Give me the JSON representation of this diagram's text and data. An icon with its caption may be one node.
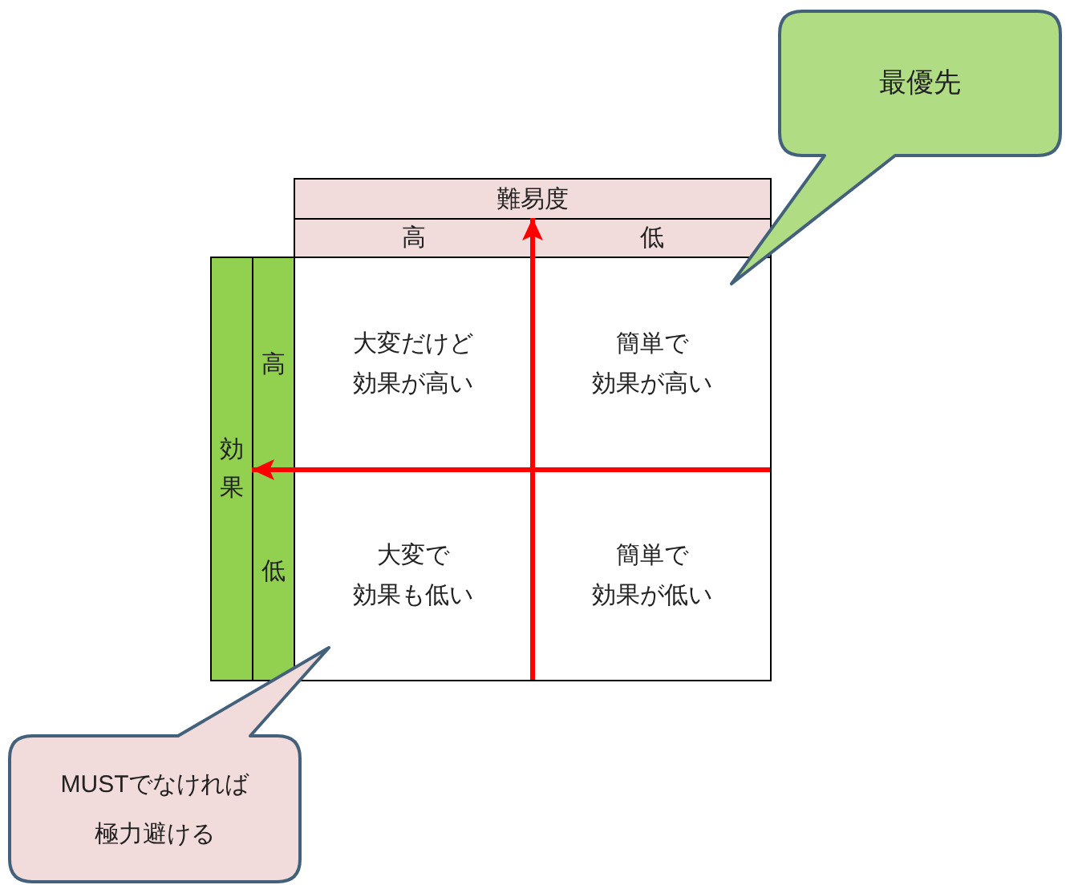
{
  "diagram": {
    "nodes": [
      {
        "text": [
          "最優先"
        ]
      },
      {
        "text": [
          "難易度"
        ]
      },
      {
        "text": [
          "高"
        ]
      },
      {
        "text": [
          "低"
        ]
      },
      {
        "text": [
          "効果"
        ]
      },
      {
        "text": [
          "高"
        ]
      },
      {
        "text": [
          "低"
        ]
      },
      {
        "text": [],
        "shape": "box"
      },
      {
        "text": [
          "大変だけど効果が高い"
        ],
        "in": 7
      },
      {
        "text": [
          "簡単で効果が高い"
        ],
        "in": 7
      },
      {
        "text": [
          "大変で効果も低い"
        ],
        "in": 7
      },
      {
        "text": [
          "簡単で効果が低い"
        ],
        "in": 7
      },
      {
        "text": [
          "MUSTでなければ極力避ける"
        ]
      }
    ],
    "edges": [
      {
        "from": 7,
        "to": 1,
        "arrow": "to"
      },
      {
        "from": 7,
        "to": 4,
        "arrow": "to"
      }
    ]
  }
}
